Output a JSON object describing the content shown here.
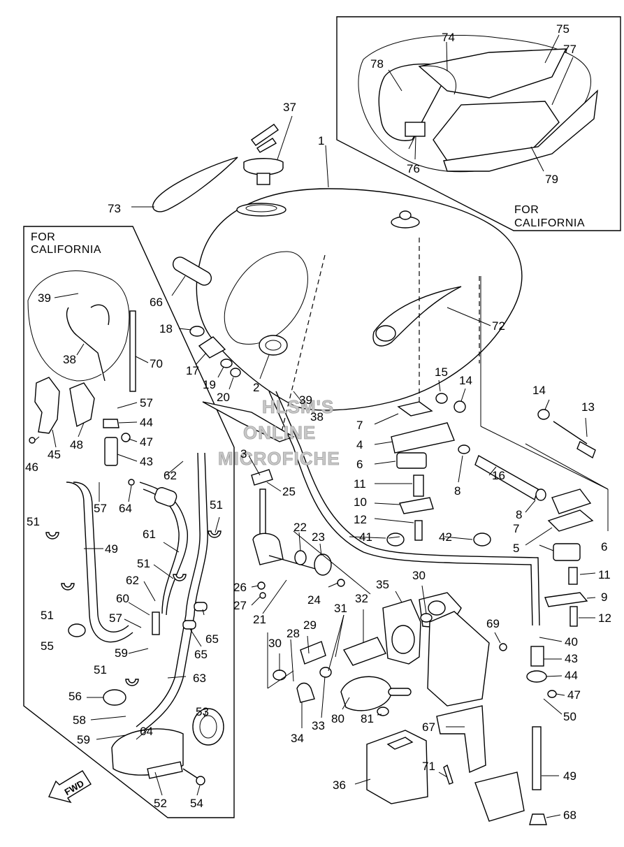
{
  "inset_top": {
    "label_line1": "FOR",
    "label_line2": "CALIFORNIA"
  },
  "inset_left": {
    "label_line1": "FOR",
    "label_line2": "CALIFORNIA"
  },
  "watermark": {
    "line1": "HLSM'S",
    "line2": "ONLINE",
    "line3": "MICROFICHE"
  },
  "fwd_arrow": {
    "label": "FWD"
  },
  "callouts": [
    {
      "id": "c1",
      "text": "1"
    },
    {
      "id": "c2",
      "text": "2"
    },
    {
      "id": "c3",
      "text": "3"
    },
    {
      "id": "c4",
      "text": "4"
    },
    {
      "id": "c5",
      "text": "5"
    },
    {
      "id": "c6a",
      "text": "6"
    },
    {
      "id": "c6b",
      "text": "6"
    },
    {
      "id": "c7a",
      "text": "7"
    },
    {
      "id": "c7b",
      "text": "7"
    },
    {
      "id": "c8a",
      "text": "8"
    },
    {
      "id": "c8b",
      "text": "8"
    },
    {
      "id": "c9",
      "text": "9"
    },
    {
      "id": "c10",
      "text": "10"
    },
    {
      "id": "c11a",
      "text": "11"
    },
    {
      "id": "c11b",
      "text": "11"
    },
    {
      "id": "c12a",
      "text": "12"
    },
    {
      "id": "c12b",
      "text": "12"
    },
    {
      "id": "c13",
      "text": "13"
    },
    {
      "id": "c14a",
      "text": "14"
    },
    {
      "id": "c14b",
      "text": "14"
    },
    {
      "id": "c15",
      "text": "15"
    },
    {
      "id": "c16",
      "text": "16"
    },
    {
      "id": "c17",
      "text": "17"
    },
    {
      "id": "c18",
      "text": "18"
    },
    {
      "id": "c19",
      "text": "19"
    },
    {
      "id": "c20",
      "text": "20"
    },
    {
      "id": "c21",
      "text": "21"
    },
    {
      "id": "c22",
      "text": "22"
    },
    {
      "id": "c23",
      "text": "23"
    },
    {
      "id": "c24",
      "text": "24"
    },
    {
      "id": "c25",
      "text": "25"
    },
    {
      "id": "c26",
      "text": "26"
    },
    {
      "id": "c27",
      "text": "27"
    },
    {
      "id": "c28",
      "text": "28"
    },
    {
      "id": "c29",
      "text": "29"
    },
    {
      "id": "c30a",
      "text": "30"
    },
    {
      "id": "c30b",
      "text": "30"
    },
    {
      "id": "c31",
      "text": "31"
    },
    {
      "id": "c32",
      "text": "32"
    },
    {
      "id": "c33",
      "text": "33"
    },
    {
      "id": "c34",
      "text": "34"
    },
    {
      "id": "c35",
      "text": "35"
    },
    {
      "id": "c36",
      "text": "36"
    },
    {
      "id": "c37",
      "text": "37"
    },
    {
      "id": "c38a",
      "text": "38"
    },
    {
      "id": "c38b",
      "text": "38"
    },
    {
      "id": "c39a",
      "text": "39"
    },
    {
      "id": "c39b",
      "text": "39"
    },
    {
      "id": "c40",
      "text": "40"
    },
    {
      "id": "c41",
      "text": "41"
    },
    {
      "id": "c42",
      "text": "42"
    },
    {
      "id": "c43a",
      "text": "43"
    },
    {
      "id": "c43b",
      "text": "43"
    },
    {
      "id": "c44a",
      "text": "44"
    },
    {
      "id": "c44b",
      "text": "44"
    },
    {
      "id": "c45",
      "text": "45"
    },
    {
      "id": "c46",
      "text": "46"
    },
    {
      "id": "c47a",
      "text": "47"
    },
    {
      "id": "c47b",
      "text": "47"
    },
    {
      "id": "c48",
      "text": "48"
    },
    {
      "id": "c49a",
      "text": "49"
    },
    {
      "id": "c49b",
      "text": "49"
    },
    {
      "id": "c50",
      "text": "50"
    },
    {
      "id": "c51a",
      "text": "51"
    },
    {
      "id": "c51b",
      "text": "51"
    },
    {
      "id": "c51c",
      "text": "51"
    },
    {
      "id": "c51d",
      "text": "51"
    },
    {
      "id": "c51e",
      "text": "51"
    },
    {
      "id": "c52",
      "text": "52"
    },
    {
      "id": "c53",
      "text": "53"
    },
    {
      "id": "c54",
      "text": "54"
    },
    {
      "id": "c55",
      "text": "55"
    },
    {
      "id": "c56",
      "text": "56"
    },
    {
      "id": "c57a",
      "text": "57"
    },
    {
      "id": "c57b",
      "text": "57"
    },
    {
      "id": "c57c",
      "text": "57"
    },
    {
      "id": "c58",
      "text": "58"
    },
    {
      "id": "c59a",
      "text": "59"
    },
    {
      "id": "c59b",
      "text": "59"
    },
    {
      "id": "c60",
      "text": "60"
    },
    {
      "id": "c61",
      "text": "61"
    },
    {
      "id": "c62a",
      "text": "62"
    },
    {
      "id": "c62b",
      "text": "62"
    },
    {
      "id": "c63",
      "text": "63"
    },
    {
      "id": "c64a",
      "text": "64"
    },
    {
      "id": "c64b",
      "text": "64"
    },
    {
      "id": "c65a",
      "text": "65"
    },
    {
      "id": "c65b",
      "text": "65"
    },
    {
      "id": "c66",
      "text": "66"
    },
    {
      "id": "c67",
      "text": "67"
    },
    {
      "id": "c68",
      "text": "68"
    },
    {
      "id": "c69",
      "text": "69"
    },
    {
      "id": "c70",
      "text": "70"
    },
    {
      "id": "c71",
      "text": "71"
    },
    {
      "id": "c72",
      "text": "72"
    },
    {
      "id": "c73",
      "text": "73"
    },
    {
      "id": "c74",
      "text": "74"
    },
    {
      "id": "c75",
      "text": "75"
    },
    {
      "id": "c76",
      "text": "76"
    },
    {
      "id": "c77",
      "text": "77"
    },
    {
      "id": "c78",
      "text": "78"
    },
    {
      "id": "c79",
      "text": "79"
    },
    {
      "id": "c80",
      "text": "80"
    },
    {
      "id": "c81",
      "text": "81"
    }
  ]
}
